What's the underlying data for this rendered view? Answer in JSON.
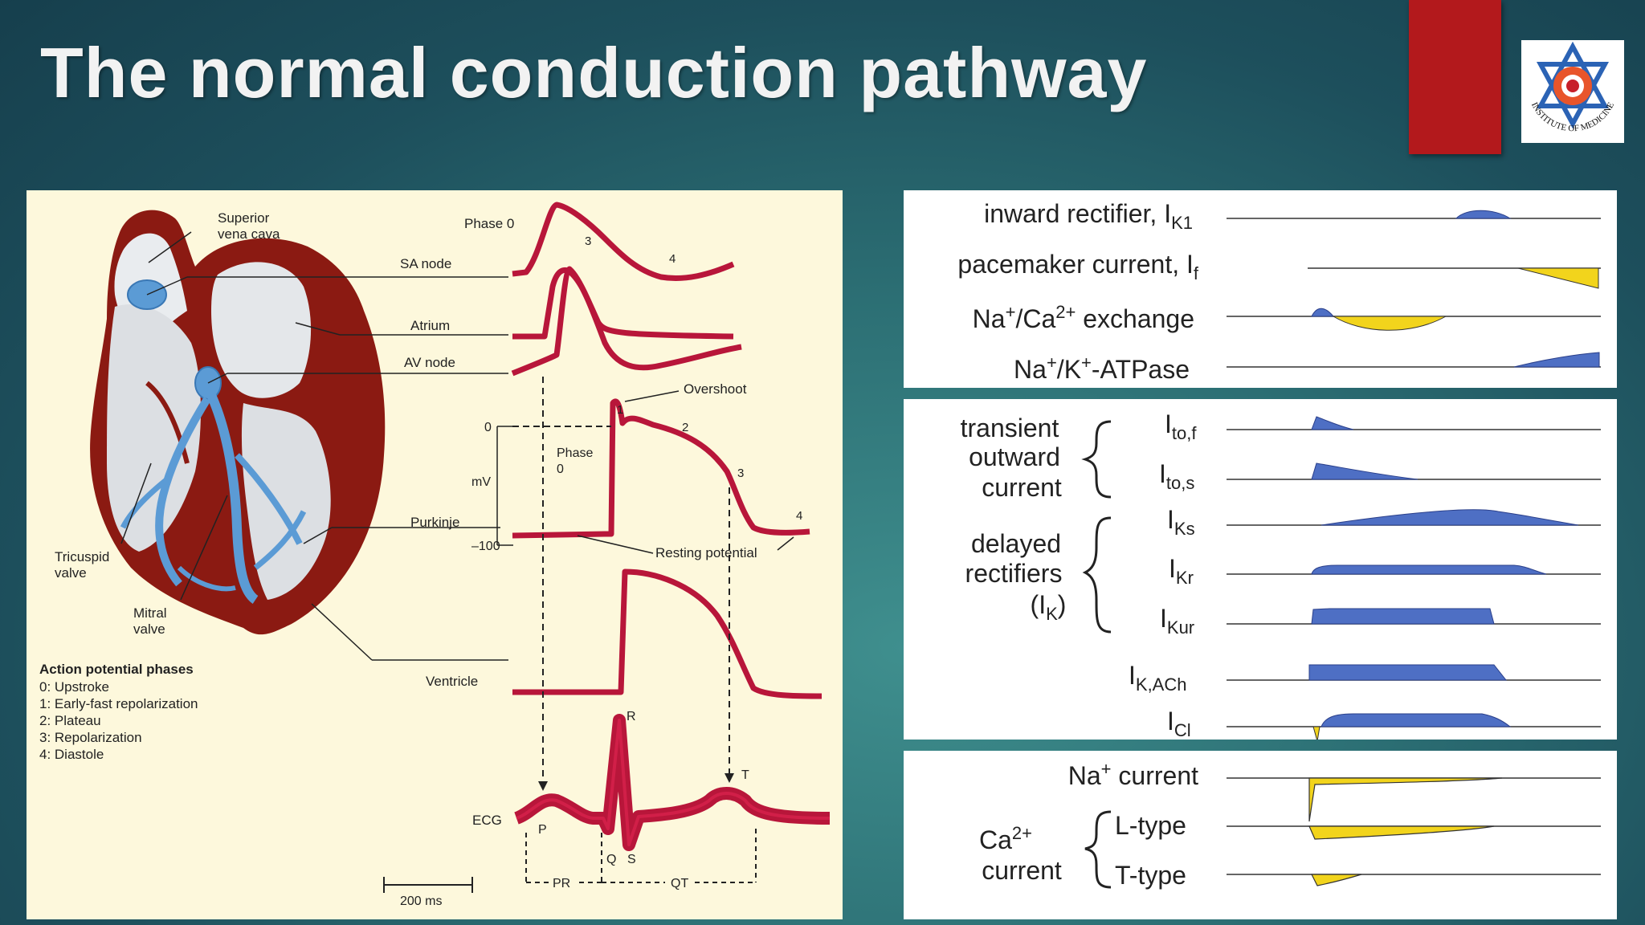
{
  "slide": {
    "title": "The normal conduction pathway"
  },
  "logo": {
    "text": "INSTITUTE OF MEDICINE"
  },
  "colors": {
    "muscle": "#8b1a12",
    "vessel": "#5b9bd5",
    "ap": "#b8163a",
    "panel_left": "#fdf8dc",
    "blue_current": "#4e6fc4",
    "yellow_current": "#f2d41c",
    "red_tab": "#b3191c"
  },
  "heart": {
    "superior_vena_cava": "Superior\nvena cava",
    "sa_node": "SA node",
    "atrium": "Atrium",
    "av_node": "AV node",
    "purkinje": "Purkinje",
    "ventricle": "Ventricle",
    "tricuspid_valve": "Tricuspid\nvalve",
    "mitral_valve": "Mitral\nvalve"
  },
  "action_potential": {
    "phase0": "Phase 0",
    "phase3": "3",
    "phase4": "4",
    "overshoot": "Overshoot",
    "zero": "0",
    "minus100": "–100",
    "mv": "mV",
    "phase_0_inner": "Phase\n0",
    "p1": "1",
    "p2": "2",
    "p3": "3",
    "p4": "4",
    "resting_potential": "Resting potential"
  },
  "legend": {
    "title": "Action potential phases",
    "items": [
      "0:  Upstroke",
      "1:  Early-fast repolarization",
      "2:  Plateau",
      "3:  Repolarization",
      "4:  Diastole"
    ]
  },
  "ecg": {
    "label": "ECG",
    "p": "P",
    "q": "Q",
    "r": "R",
    "s": "S",
    "t": "T",
    "pr": "PR",
    "qt": "QT",
    "scale": "200 ms"
  },
  "currents": {
    "panel1": {
      "ik1": {
        "main": "inward rectifier, I",
        "sub": "K1"
      },
      "if": {
        "main": "pacemaker current, I",
        "sub": "f"
      },
      "ncx": {
        "a": "Na",
        "a_sup": "+",
        "b": "/Ca",
        "b_sup": "2+",
        "c": " exchange"
      },
      "nak": {
        "a": "Na",
        "a_sup": "+",
        "b": "/K",
        "b_sup": "+",
        "c": "-ATPase"
      }
    },
    "panel2": {
      "transient": {
        "l1": "transient",
        "l2": "outward",
        "l3": "current"
      },
      "ito_f": {
        "main": "I",
        "sub": "to,f"
      },
      "ito_s": {
        "main": "I",
        "sub": "to,s"
      },
      "delayed": {
        "l1": "delayed",
        "l2": "rectifiers",
        "l3_main": "(I",
        "l3_sub": "K",
        "l3_end": ")"
      },
      "iks": {
        "main": "I",
        "sub": "Ks"
      },
      "ikr": {
        "main": "I",
        "sub": "Kr"
      },
      "ikur": {
        "main": "I",
        "sub": "Kur"
      },
      "ikach": {
        "main": "I",
        "sub": "K,ACh"
      },
      "icl": {
        "main": "I",
        "sub": "Cl"
      }
    },
    "panel3": {
      "na_current": {
        "a": "Na",
        "a_sup": "+",
        "b": " current"
      },
      "ca_current": {
        "a": "Ca",
        "a_sup": "2+",
        "b": "current"
      },
      "l_type": "L-type",
      "t_type": "T-type"
    }
  }
}
